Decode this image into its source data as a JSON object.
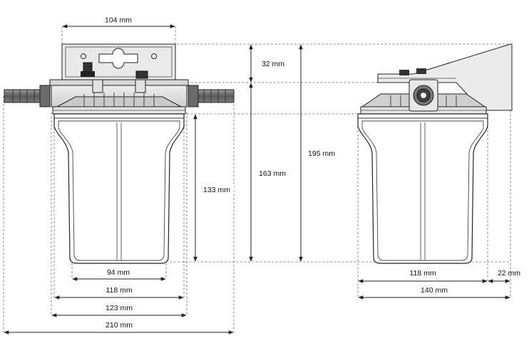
{
  "dimensions": {
    "front_top_width": "104 mm",
    "bracket_height": "32 mm",
    "total_height": "195 mm",
    "housing_height": "163 mm",
    "bowl_height": "133 mm",
    "bowl_bottom_width": "94 mm",
    "bowl_width": "118 mm",
    "cap_width": "123 mm",
    "overall_width": "210 mm",
    "side_bowl_width": "118 mm",
    "side_offset": "22 mm",
    "side_total_width": "140 mm"
  },
  "colors": {
    "line": "#222222",
    "dim_line": "#333333",
    "dashed": "#555555",
    "metal": "#e6e6e6",
    "cap": "#d9d9d9",
    "fitting_dark": "#555555",
    "fitting_light": "#8a8a8a"
  }
}
